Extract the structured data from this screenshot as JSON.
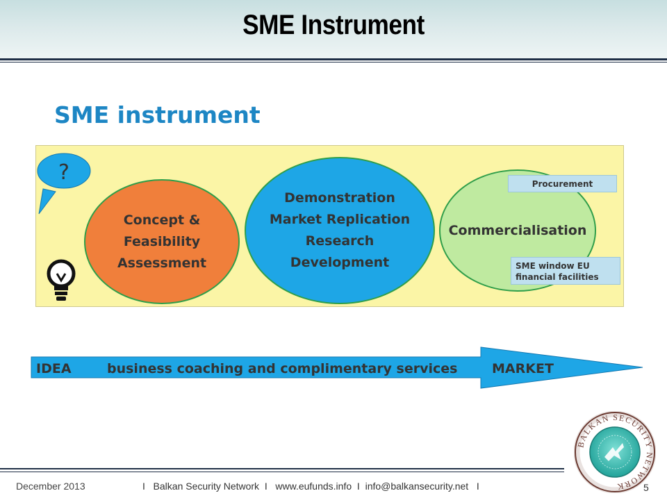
{
  "slide": {
    "title": "SME Instrument",
    "subtitle": "SME instrument"
  },
  "diagram": {
    "bubble_mark": "?",
    "phase1": [
      "Concept &",
      "Feasibility",
      "Assessment"
    ],
    "phase2": [
      "Demonstration",
      "Market Replication",
      "Research",
      "Development"
    ],
    "phase3": "Commercialisation",
    "procurement": "Procurement",
    "sme_window": [
      "SME window EU",
      "financial facilities"
    ]
  },
  "arrow": {
    "start": "IDEA",
    "middle": "business coaching and complimentary services",
    "end": "MARKET"
  },
  "footer": {
    "date": "December 2013",
    "info": "I   Balkan Security Network  I   www.eufunds.info  I  info@balkansecurity.net   I",
    "page": "5"
  },
  "logo": {
    "ring_text": "BALKAN SECURITY NETWORK"
  },
  "colors": {
    "title_bar": "#dbe9ea",
    "subtitle": "#1d86c4",
    "panel": "#fbf5a6",
    "phase1": "#f07f3b",
    "phase2": "#1ea6e6",
    "phase3": "#bfeaa0",
    "arrow": "#1ea6e6"
  }
}
